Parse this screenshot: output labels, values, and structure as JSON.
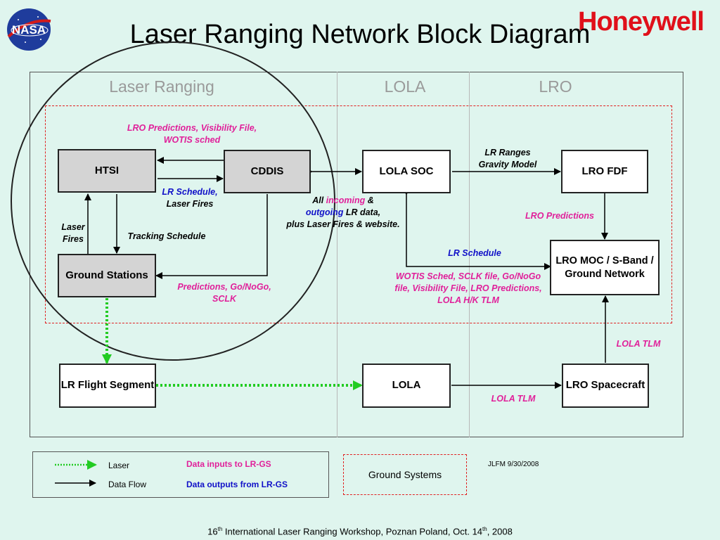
{
  "title": "Laser Ranging Network Block Diagram",
  "logos": {
    "left": "NASA",
    "right": "Honeywell"
  },
  "columns": {
    "laser_ranging": "Laser Ranging",
    "lola": "LOLA",
    "lro": "LRO"
  },
  "boxes": {
    "htsi": "HTSI",
    "cddis": "CDDIS",
    "lola_soc": "LOLA SOC",
    "lro_fdf": "LRO FDF",
    "ground_stations": "Ground Stations",
    "lro_moc": "LRO MOC / S-Band / Ground Network",
    "lr_flight_segment": "LR Flight Segment",
    "lola": "LOLA",
    "lro_spacecraft": "LRO Spacecraft"
  },
  "labels": {
    "lro_predictions_vis": "LRO Predictions, Visibility File, WOTIS sched",
    "lr_schedule_laser_fires_1": "LR Schedule,",
    "lr_schedule_laser_fires_2": "Laser Fires",
    "laser_fires": "Laser Fires",
    "tracking_schedule": "Tracking Schedule",
    "predictions_gonogo": "Predictions, Go/NoGo, SCLK",
    "all_incoming_1": "All",
    "all_incoming_2": "incoming",
    "all_incoming_3": "&",
    "all_incoming_4": "outgoing",
    "all_incoming_5": "LR data,",
    "all_incoming_6": "plus Laser Fires & website.",
    "lr_ranges": "LR Ranges Gravity Model",
    "lro_predictions": "LRO Predictions",
    "lr_schedule": "LR Schedule",
    "wotis_sched": "WOTIS Sched, SCLK file, Go/NoGo file, Visibility File, LRO Predictions, LOLA H/K TLM",
    "lola_tlm_1": "LOLA TLM",
    "lola_tlm_2": "LOLA TLM"
  },
  "legend": {
    "laser": "Laser",
    "data_flow": "Data Flow",
    "data_inputs": "Data inputs to LR-GS",
    "data_outputs": "Data outputs from LR-GS",
    "ground_systems": "Ground Systems"
  },
  "jlfm": "JLFM 9/30/2008",
  "footer": {
    "p1": "16",
    "sup1": "th",
    "p2": " International Laser Ranging Workshop, Poznan Poland, Oct. 14",
    "sup2": "th",
    "p3": ", 2008"
  },
  "colors": {
    "pink": "#e0209a",
    "blue": "#1010c8",
    "laser_green": "#22cc22",
    "dash_red": "#e02020",
    "bg": "#dff5ee"
  }
}
